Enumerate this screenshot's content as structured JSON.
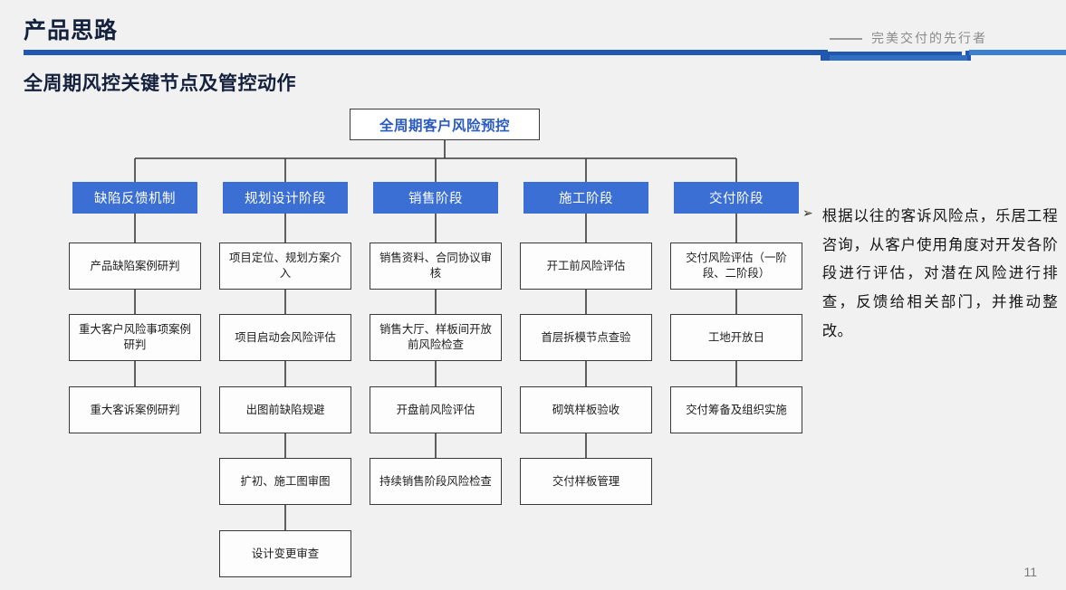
{
  "header": {
    "title": "产品思路",
    "tagline": "完美交付的先行者",
    "accent_dark": "#2257b0",
    "accent_light": "#3b7fd0"
  },
  "section": {
    "heading": "全周期风控关键节点及管控动作"
  },
  "diagram": {
    "root": {
      "label": "全周期客户风险预控",
      "color": "#2a5bbf"
    },
    "columns": [
      {
        "head": "缺陷反馈机制",
        "nodes": [
          "产品缺陷案例研判",
          "重大客户风险事项案例研判",
          "重大客诉案例研判"
        ]
      },
      {
        "head": "规划设计阶段",
        "nodes": [
          "项目定位、规划方案介入",
          "项目启动会风险评估",
          "出图前缺陷规避",
          "扩初、施工图审图",
          "设计变更审查"
        ]
      },
      {
        "head": "销售阶段",
        "nodes": [
          "销售资料、合同协议审核",
          "销售大厅、样板间开放前风险检查",
          "开盘前风险评估",
          "持续销售阶段风险检查"
        ]
      },
      {
        "head": "施工阶段",
        "nodes": [
          "开工前风险评估",
          "首层拆模节点查验",
          "砌筑样板验收",
          "交付样板管理"
        ]
      },
      {
        "head": "交付阶段",
        "nodes": [
          "交付风险评估（一阶段、二阶段）",
          "工地开放日",
          "交付筹备及组织实施"
        ]
      }
    ],
    "head_color": "#3b6fd4"
  },
  "note": {
    "bullet": "➢",
    "text": "根据以往的客诉风险点，乐居工程咨询，从客户使用角度对开发各阶段进行评估，对潜在风险进行排查，反馈给相关部门，并推动整改。"
  },
  "footer": {
    "page_number": "11"
  }
}
